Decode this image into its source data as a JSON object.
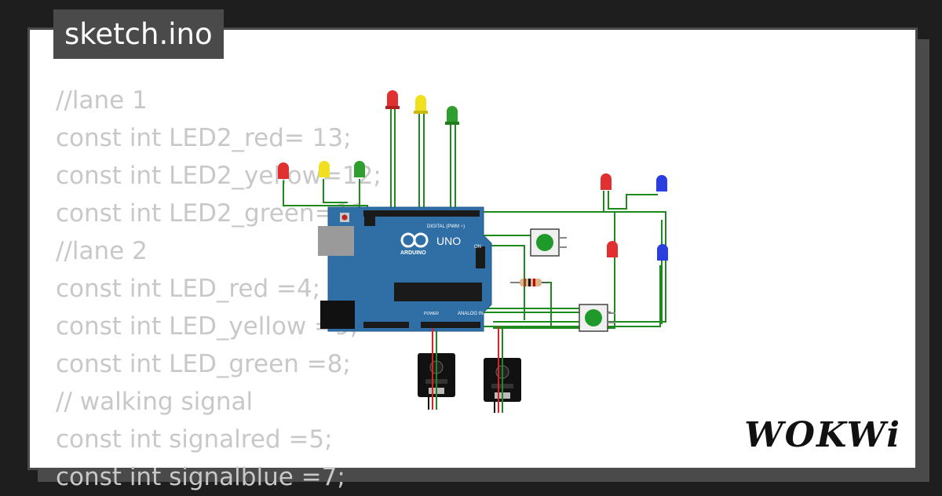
{
  "header": {
    "filename": "sketch.ino"
  },
  "code": {
    "lines": [
      "//lane 1",
      "const int LED2_red= 13;",
      "const int LED2_yellow=12;",
      "const int LED2_green=11;",
      "//lane 2",
      "const int LED_red =4;",
      "const int LED_yellow =9;",
      "const int LED_green =8;",
      "// walking signal",
      "const int signalred =5;",
      "const int signalblue =7;"
    ]
  },
  "board": {
    "name": "UNO",
    "brand": "ARDUINO",
    "digital_label": "DIGITAL (PWM ~)",
    "analog_label": "ANALOG IN",
    "power_label": "POWER",
    "on_label": "ON"
  },
  "branding": {
    "logo": "WOKWi"
  },
  "colors": {
    "background": "#1e1e1e",
    "frame": "#4a4a4a",
    "code_text": "#c8c8c8",
    "board": "#2f6fa6",
    "wire_green": "#1e8a1e",
    "wire_red": "#e02020",
    "led_red": "#e03030",
    "led_yellow": "#f0e020",
    "led_green": "#2e9e2e",
    "led_blue": "#2a3ee0",
    "button_cap": "#1f9a2a"
  },
  "icons": [
    "arduino-infinity-icon"
  ]
}
